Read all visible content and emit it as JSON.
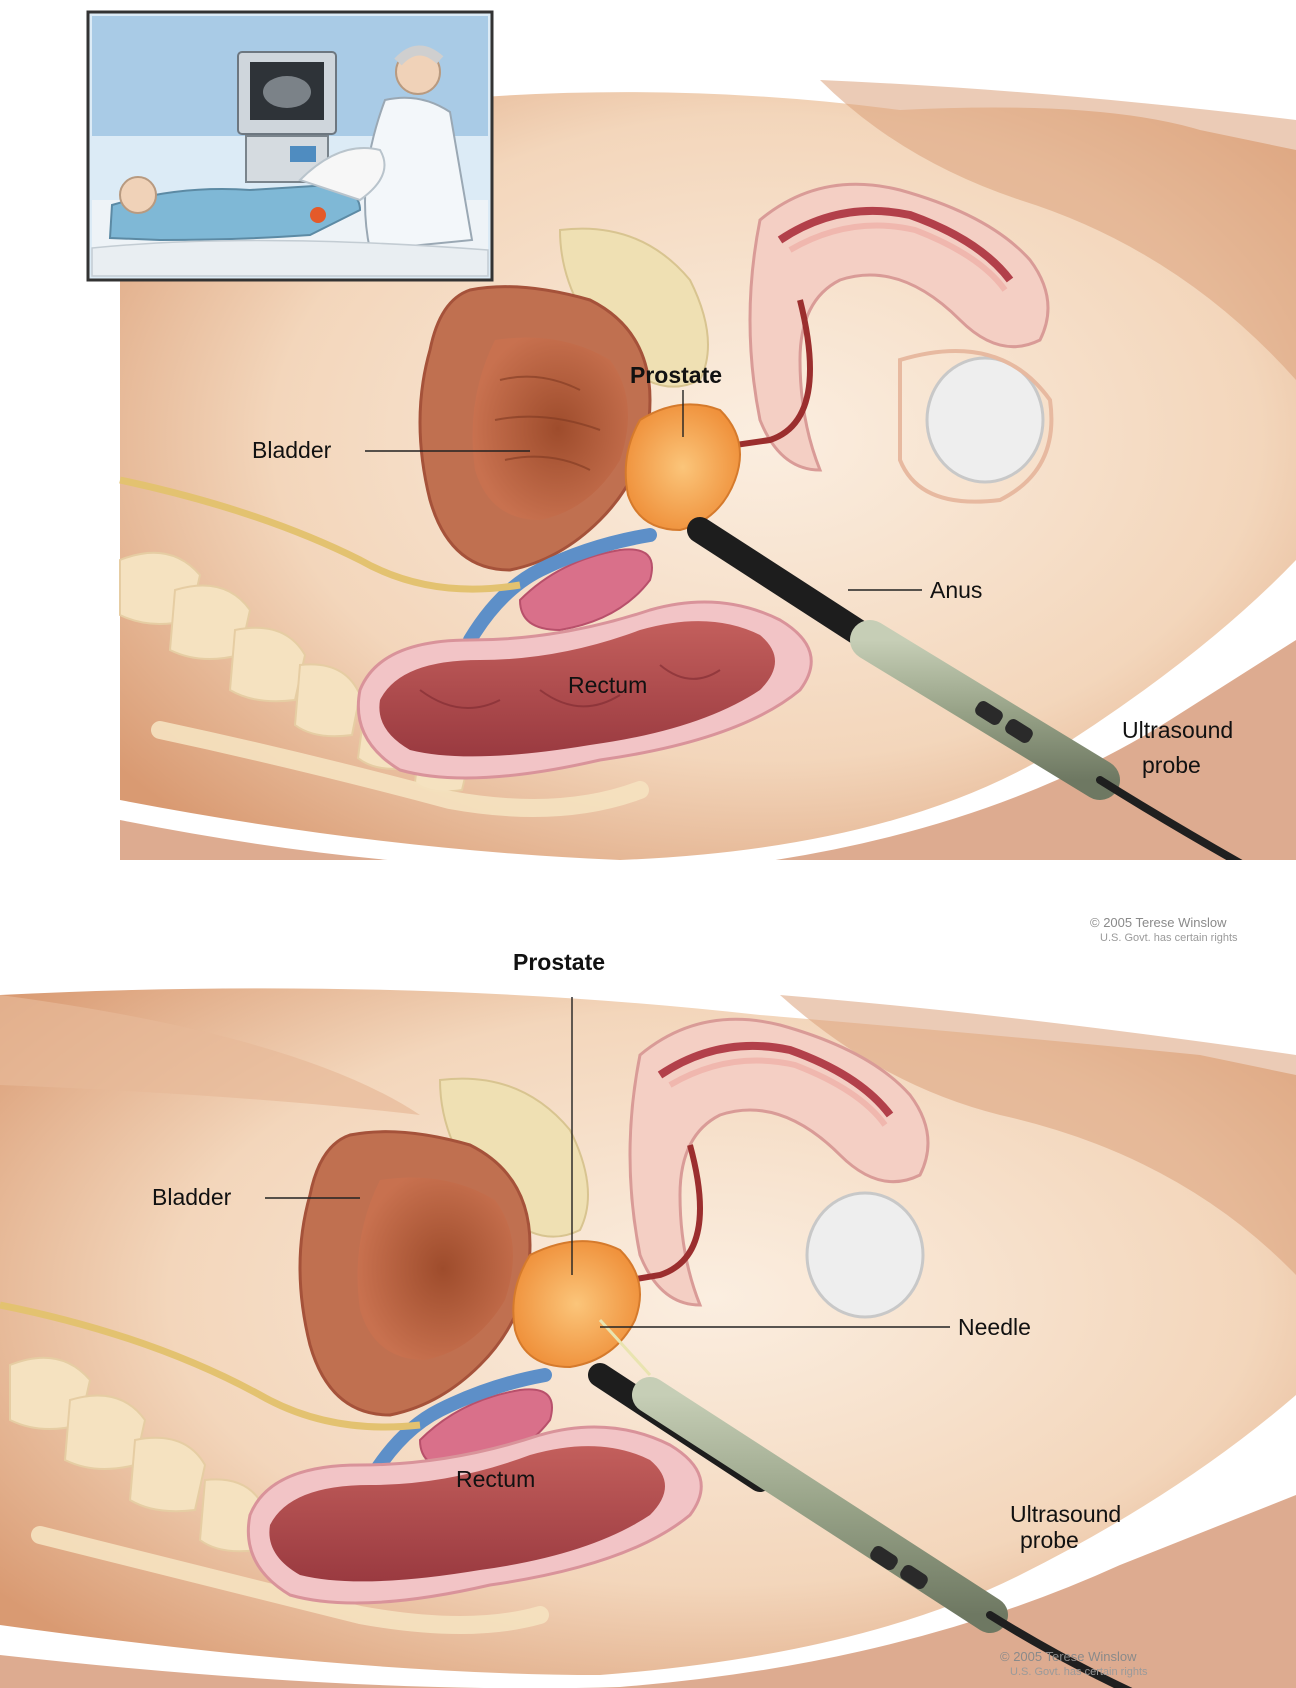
{
  "top_panel": {
    "labels": {
      "prostate": "Prostate",
      "bladder": "Bladder",
      "anus": "Anus",
      "rectum": "Rectum",
      "probe_line1": "Ultrasound",
      "probe_line2": "probe"
    },
    "copyright_line1": "© 2005 Terese Winslow",
    "copyright_line2": "U.S. Govt. has certain rights"
  },
  "bottom_panel": {
    "labels": {
      "prostate": "Prostate",
      "bladder": "Bladder",
      "needle": "Needle",
      "rectum": "Rectum",
      "probe_line1": "Ultrasound",
      "probe_line2": "probe"
    },
    "copyright_line1": "© 2005 Terese Winslow",
    "copyright_line2": "U.S. Govt. has certain rights"
  },
  "colors": {
    "skin": "#f4dcc4",
    "skin_shadow": "#d9a27c",
    "bladder": "#b5573e",
    "prostate": "#f2a04a",
    "rectum": "#b14a4e",
    "vein_blue": "#5d8fc8",
    "probe": "#9aa58c",
    "probe_tip": "#1d1d1d"
  },
  "icons": {
    "inset": "ultrasound-exam-scene-icon"
  }
}
